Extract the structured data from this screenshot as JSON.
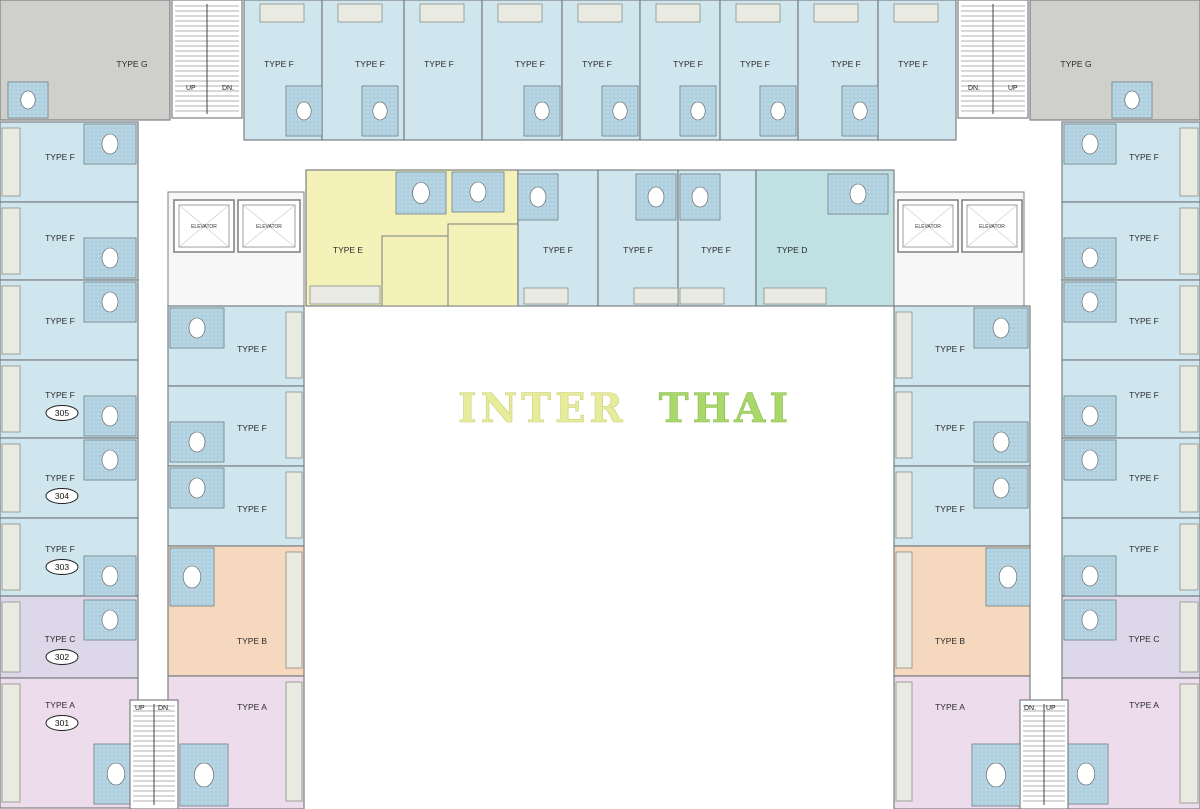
{
  "watermark": {
    "word1": "INTER",
    "word2": "THAI",
    "color1": "#e6ec9a",
    "color2": "#a9d86a"
  },
  "colors": {
    "typeF": "#cfe6ef",
    "typeG": "#cfcfcb",
    "typeE": "#f4f2b8",
    "typeD": "#bfe1e3",
    "typeB": "#f5d8bd",
    "typeC": "#ddd7ea",
    "typeA": "#ecdcec",
    "wall": "#7b7f83",
    "balcony": "#e9ebe3"
  },
  "labels": {
    "typeF": "TYPE F",
    "typeG": "TYPE G",
    "typeE": "TYPE E",
    "typeD": "TYPE D",
    "typeB": "TYPE B",
    "typeC": "TYPE C",
    "typeA": "TYPE A",
    "elevator": "ELEVATOR",
    "up": "UP",
    "dn": "DN."
  },
  "unit_numbers": [
    "305",
    "304",
    "303",
    "302",
    "301"
  ]
}
